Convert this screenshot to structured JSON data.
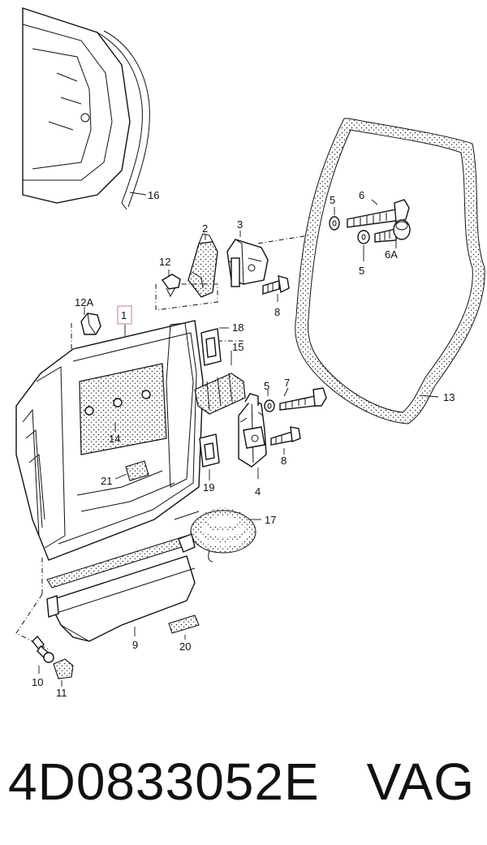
{
  "callouts": {
    "c1": "1",
    "c2": "2",
    "c3": "3",
    "c4": "4",
    "c5a": "5",
    "c5b": "5",
    "c5c": "5",
    "c6": "6",
    "c6a": "6A",
    "c7": "7",
    "c8a": "8",
    "c8b": "8",
    "c9": "9",
    "c10": "10",
    "c11": "11",
    "c12": "12",
    "c12a": "12A",
    "c13": "13",
    "c14": "14",
    "c15": "15",
    "c16": "16",
    "c17": "17",
    "c18": "18",
    "c19": "19",
    "c20": "20",
    "c21": "21"
  },
  "highlight_color": "#e8a0a8",
  "part_number": {
    "code": "4D0833052E",
    "brand": "VAG"
  }
}
